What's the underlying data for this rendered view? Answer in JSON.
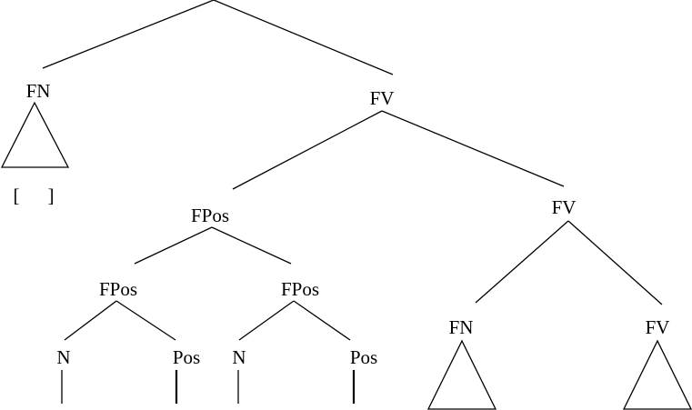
{
  "tree": {
    "fn_top": "FN",
    "fn_top_brackets": [
      "[",
      "]"
    ],
    "fv_main": "FV",
    "fpos_main": "FPos",
    "fv_sub": "FV",
    "fpos_left": "FPos",
    "fpos_right": "FPos",
    "n_left": "N",
    "pos_left": "Pos",
    "n_right": "N",
    "pos_right": "Pos",
    "fn_bottom": "FN",
    "fv_bottom": "FV"
  }
}
